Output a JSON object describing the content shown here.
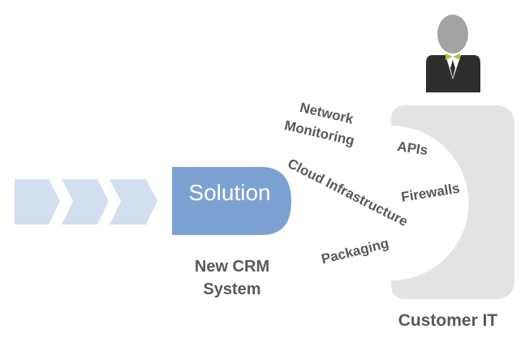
{
  "process": {
    "solution": "Solution",
    "solution_caption_line1": "New CRM",
    "solution_caption_line2": "System"
  },
  "customer": {
    "caption": "Customer IT"
  },
  "concerns": {
    "network_line1": "Network",
    "network_line2": "Monitoring",
    "apis": "APIs",
    "firewalls": "Firewalls",
    "cloud": "Cloud Infrastructure",
    "packaging": "Packaging"
  },
  "colors": {
    "chevron": "#d3dfee",
    "solution": "#7ea1d4",
    "receptor": "#e3e3e3",
    "text": "#595959",
    "person_head": "#a3a3a3",
    "person_suit": "#2e2e2e",
    "bowtie": "#b4bf3c"
  }
}
